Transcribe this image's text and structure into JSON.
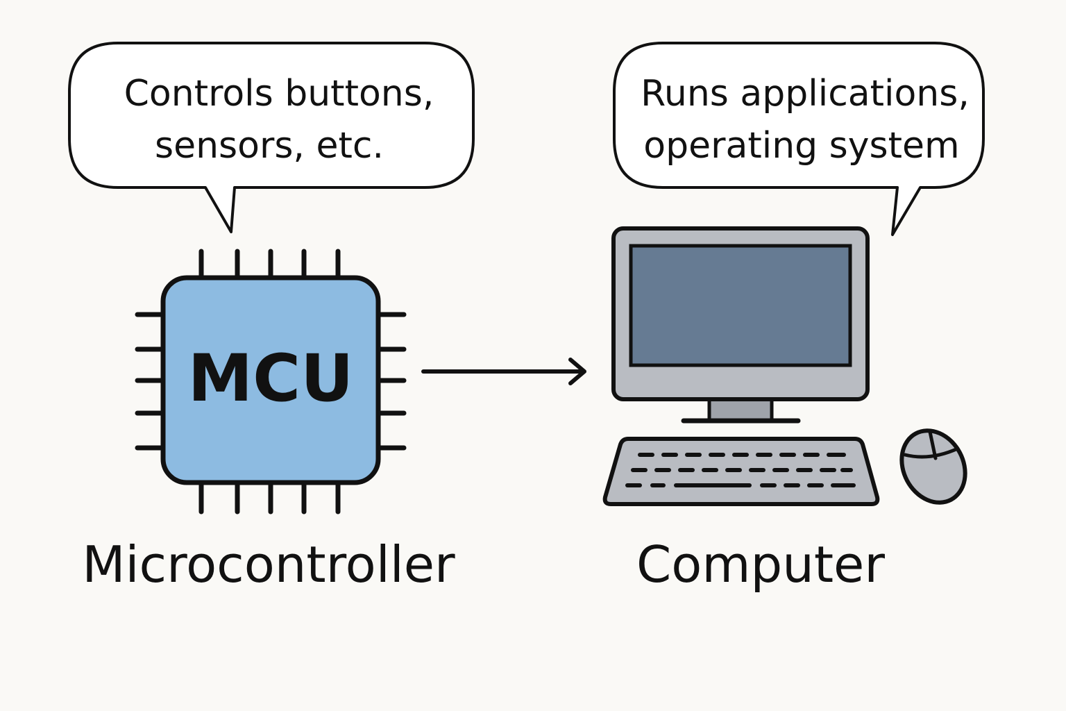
{
  "bubbles": {
    "microcontroller": {
      "line1": "Controls buttons,",
      "line2": "sensors, etc."
    },
    "computer": {
      "line1": "Runs applications,",
      "line2": "operating system"
    }
  },
  "chip": {
    "text": "MCU",
    "fill_color": "#8dbbe1"
  },
  "labels": {
    "microcontroller": "Microcontroller",
    "computer": "Computer"
  },
  "computer": {
    "bezel_color": "#b9bcc2",
    "screen_color": "#667b93",
    "keyboard_color": "#b9bcc2",
    "mouse_color": "#b9bcc2"
  },
  "icons": {
    "chip": "chip-icon",
    "arrow": "arrow-right-icon",
    "monitor": "monitor-icon",
    "keyboard": "keyboard-icon",
    "mouse": "mouse-icon"
  }
}
